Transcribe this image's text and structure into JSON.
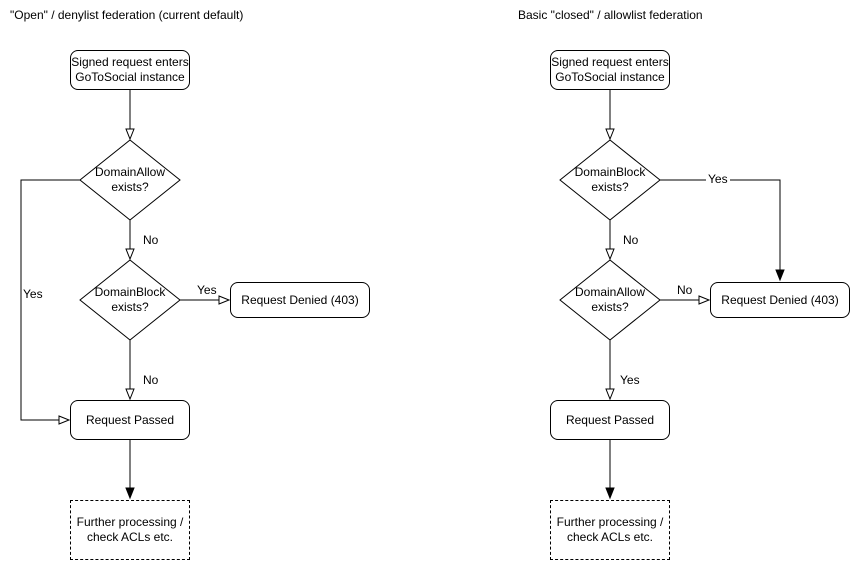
{
  "colors": {
    "stroke": "#000000",
    "text": "#000000",
    "background": "#ffffff"
  },
  "left_chart": {
    "title": "\"Open\" / denylist federation (current default)",
    "start_line1": "Signed request enters",
    "start_line2": "GoToSocial instance",
    "decision1_line1": "DomainAllow",
    "decision1_line2": "exists?",
    "decision1_yes_label": "Yes",
    "decision1_no_label": "No",
    "decision2_line1": "DomainBlock",
    "decision2_line2": "exists?",
    "decision2_yes_label": "Yes",
    "decision2_no_label": "No",
    "denied_label": "Request Denied (403)",
    "passed_label": "Request Passed",
    "further_line1": "Further processing /",
    "further_line2": "check ACLs etc."
  },
  "right_chart": {
    "title": "Basic \"closed\" / allowlist federation",
    "start_line1": "Signed request enters",
    "start_line2": "GoToSocial instance",
    "decision1_line1": "DomainBlock",
    "decision1_line2": "exists?",
    "decision1_yes_label": "Yes",
    "decision1_no_label": "No",
    "decision2_line1": "DomainAllow",
    "decision2_line2": "exists?",
    "decision2_yes_label": "Yes",
    "decision2_no_label": "No",
    "denied_label": "Request Denied (403)",
    "passed_label": "Request Passed",
    "further_line1": "Further processing /",
    "further_line2": "check ACLs etc."
  }
}
